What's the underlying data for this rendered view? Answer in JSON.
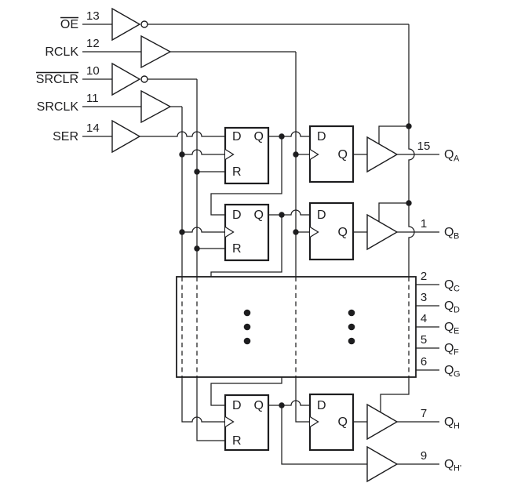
{
  "colors": {
    "ink": "#1d1d1f",
    "background": "#ffffff"
  },
  "inputs": [
    {
      "label": "OE",
      "overline": true,
      "pin": "13"
    },
    {
      "label": "RCLK",
      "overline": false,
      "pin": "12"
    },
    {
      "label": "SRCLR",
      "overline": true,
      "pin": "10"
    },
    {
      "label": "SRCLK",
      "overline": false,
      "pin": "11"
    },
    {
      "label": "SER",
      "overline": false,
      "pin": "14"
    }
  ],
  "ff": {
    "d": "D",
    "q": "Q",
    "r": "R"
  },
  "outputs": [
    {
      "pin": "15",
      "base": "Q",
      "sub": "A"
    },
    {
      "pin": "1",
      "base": "Q",
      "sub": "B"
    },
    {
      "pin": "2",
      "base": "Q",
      "sub": "C"
    },
    {
      "pin": "3",
      "base": "Q",
      "sub": "D"
    },
    {
      "pin": "4",
      "base": "Q",
      "sub": "E"
    },
    {
      "pin": "5",
      "base": "Q",
      "sub": "F"
    },
    {
      "pin": "6",
      "base": "Q",
      "sub": "G"
    },
    {
      "pin": "7",
      "base": "Q",
      "sub": "H"
    },
    {
      "pin": "9",
      "base": "Q",
      "sub": "H'"
    }
  ]
}
